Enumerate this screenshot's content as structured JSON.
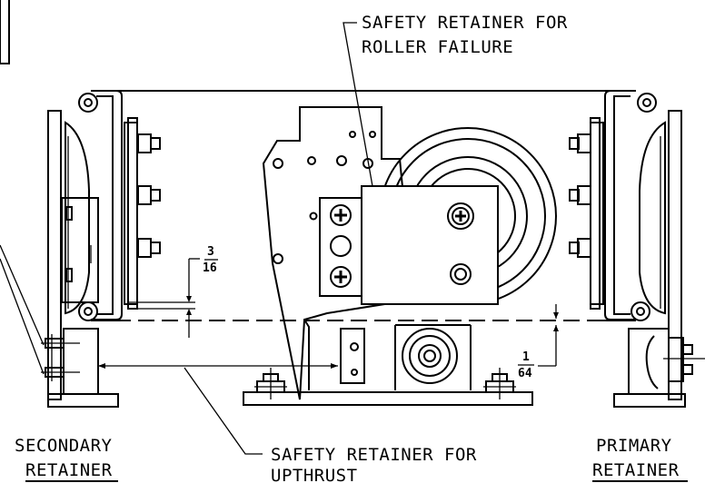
{
  "labels": {
    "safety_retainer_roller_line1": "SAFETY RETAINER FOR",
    "safety_retainer_roller_line2": "ROLLER FAILURE",
    "safety_retainer_upthrust_line1": "SAFETY RETAINER FOR",
    "safety_retainer_upthrust_line2": "UPTHRUST",
    "secondary_line1": "SECONDARY",
    "secondary_line2": "RETAINER",
    "primary_line1": "PRIMARY",
    "primary_line2": "RETAINER"
  },
  "dimensions": {
    "gap_left_numerator": "3",
    "gap_left_denominator": "16",
    "gap_right_numerator": "1",
    "gap_right_denominator": "64"
  }
}
